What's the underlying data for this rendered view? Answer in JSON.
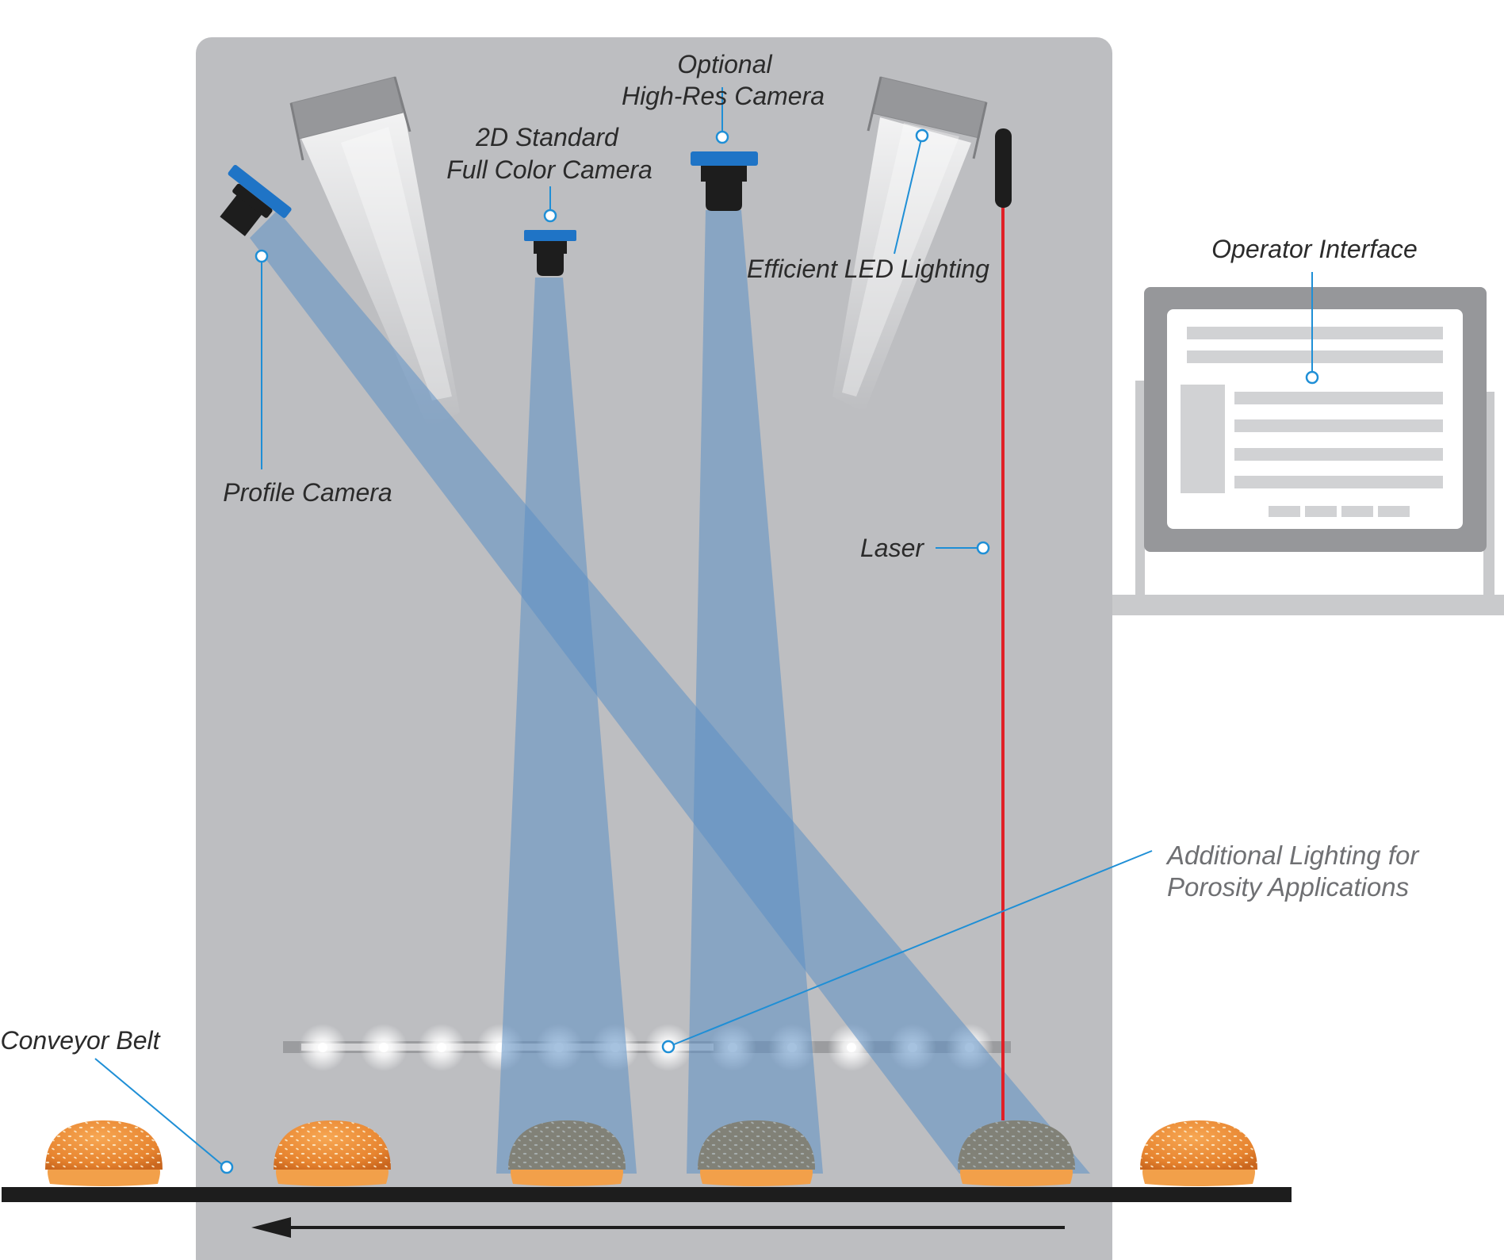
{
  "labels": {
    "optional_camera_line1": "Optional",
    "optional_camera_line2": "High-Res Camera",
    "standard_camera_line1": "2D Standard",
    "standard_camera_line2": "Full Color Camera",
    "led_lighting": "Efficient LED Lighting",
    "profile_camera": "Profile Camera",
    "laser": "Laser",
    "operator_interface": "Operator Interface",
    "porosity_line1": "Additional Lighting for",
    "porosity_line2": "Porosity Applications",
    "conveyor_belt": "Conveyor Belt"
  },
  "colors": {
    "cabinet": "#bdbec1",
    "camera_blue": "#1f74c6",
    "beam": "#5d8fc4",
    "leader": "#1f8fd6",
    "laser": "#e02027",
    "bun": "#e8893a",
    "belt": "#1d1d1d"
  },
  "icons": {
    "cameras": [
      "profile-camera-icon",
      "standard-camera-icon",
      "high-res-camera-icon"
    ],
    "lights": [
      "led-light-left-icon",
      "led-light-right-icon"
    ],
    "other": [
      "laser-icon",
      "monitor-icon",
      "bun-icon",
      "direction-arrow-icon"
    ]
  }
}
